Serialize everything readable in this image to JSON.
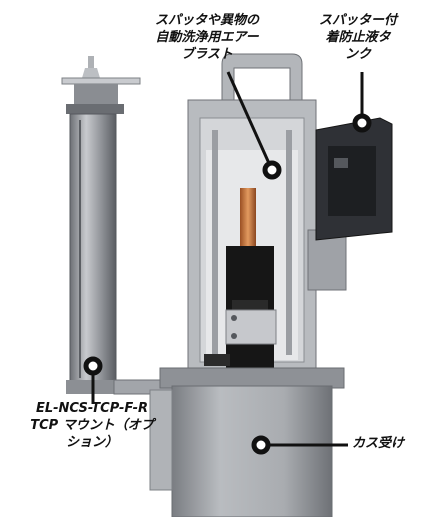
{
  "labels": {
    "air_blast": [
      "スパッタや異物の",
      "自動洗浄用エアー",
      "ブラスト"
    ],
    "spatter_tank": [
      "スパッター付",
      "着防止液タ",
      "ンク"
    ],
    "tcp_mount": [
      "EL-NCS-TCP-F-R",
      "TCP マウント（オプ",
      "ション）"
    ],
    "dust_catcher": "カス受け"
  },
  "colors": {
    "callout_line": "#111111",
    "callout_dot_fill": "#ffffff",
    "metal_light": "#c9cbcf",
    "metal_mid": "#9a9da2",
    "metal_dark": "#3a3c40",
    "black_part": "#151515",
    "copper": "#c8733c"
  }
}
